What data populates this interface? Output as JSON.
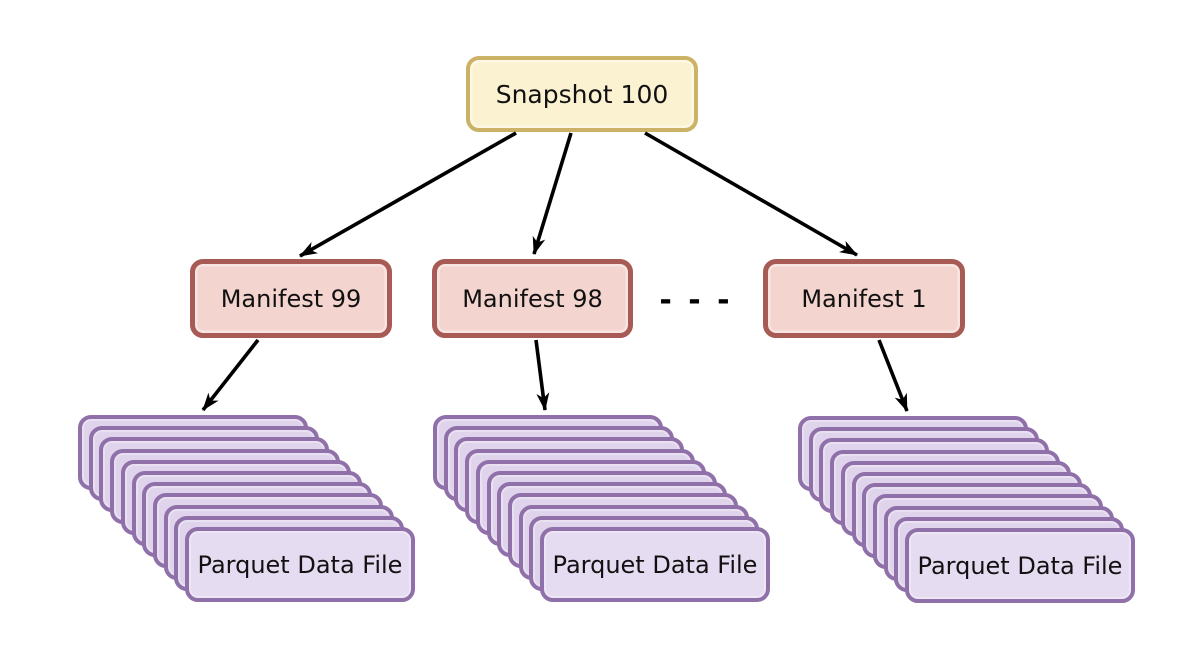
{
  "diagram": {
    "nodes": {
      "snapshot": {
        "label": "Snapshot 100"
      },
      "manifests": [
        {
          "label": "Manifest 99"
        },
        {
          "label": "Manifest 98"
        },
        {
          "label": "Manifest 1"
        }
      ],
      "ellipsis": "- - -",
      "stacks": [
        {
          "label": "Parquet Data File"
        },
        {
          "label": "Parquet Data File"
        },
        {
          "label": "Parquet Data File"
        }
      ]
    },
    "style": {
      "stack_layers": 11,
      "colors": {
        "background": "#ffffff",
        "text": "#111111",
        "arrow": "#000000",
        "snapshot_fill": "#faf2d0",
        "snapshot_border": "#cbb266",
        "manifest_fill": "#f3d4ce",
        "manifest_border": "#a85b54",
        "parquet_fill": "#e0d4ec",
        "parquet_front_fill": "#e6dcf1",
        "parquet_border": "#8f70a9"
      }
    }
  }
}
